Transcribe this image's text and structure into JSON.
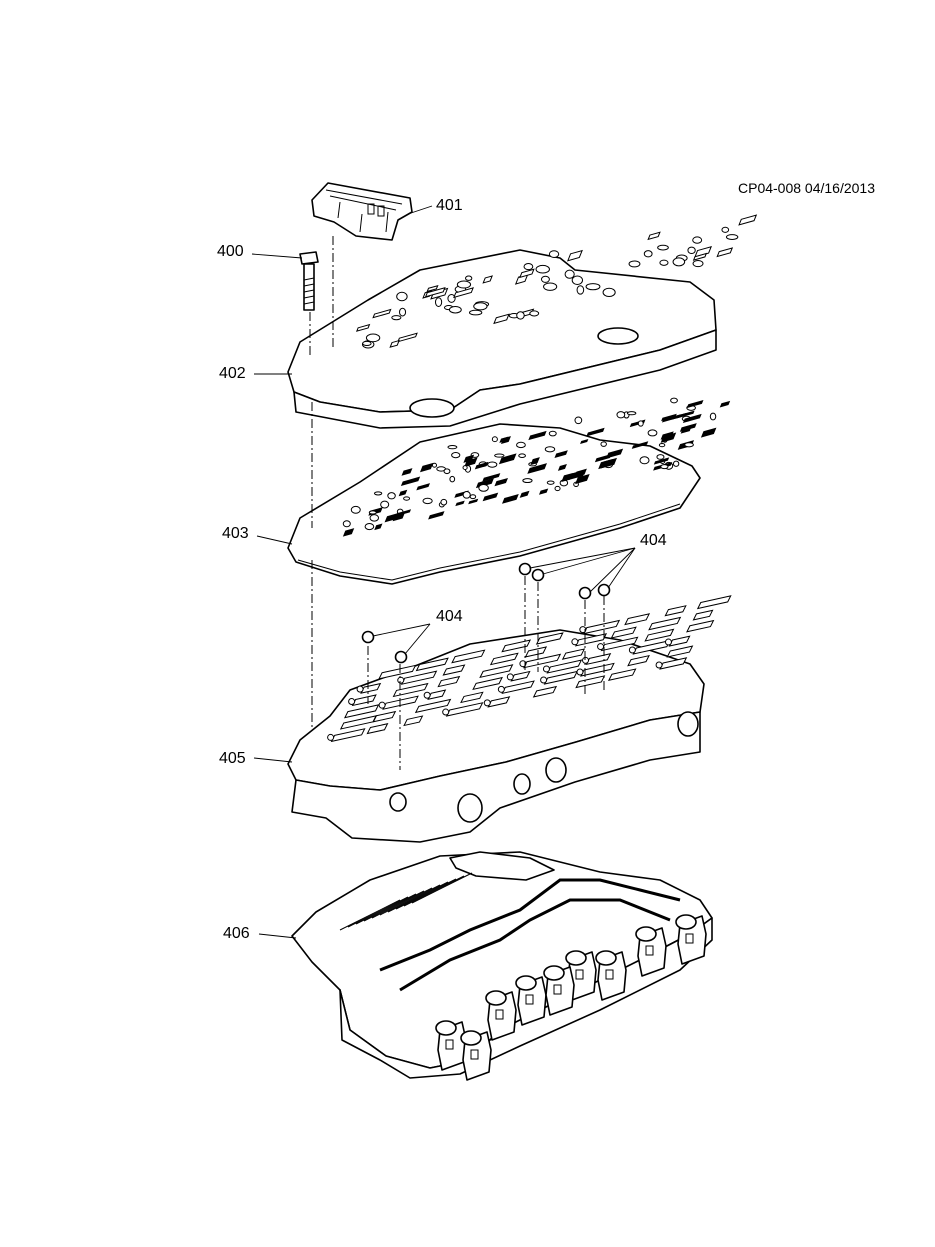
{
  "document_id": "CP04-008 04/16/2013",
  "callouts": {
    "c400": "400",
    "c401": "401",
    "c402": "402",
    "c403": "403",
    "c404a": "404",
    "c404b": "404",
    "c405": "405",
    "c406": "406"
  }
}
